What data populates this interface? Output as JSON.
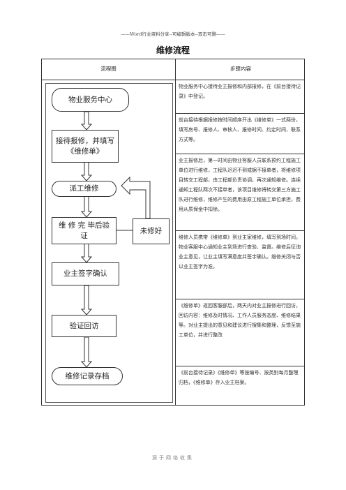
{
  "header": "——Word行业资料分享--可编辑版本--双击可删——",
  "title": "维修流程",
  "table": {
    "col_flow": "流程图",
    "col_steps": "步骤内容"
  },
  "flow": {
    "n1": "物业服务中心",
    "n2": "接待报修，并填写《维修单》",
    "n3": "派工维修",
    "n4": "维 修 完 毕后验证",
    "n5": "未修好",
    "n6": "业主签字确认",
    "n7": "验证回访",
    "n8": "维修记录存档"
  },
  "steps": [
    "物业服务中心接待业主报修和内部报修，在《前台接待记录》中登记。",
    "前台接待根据报修按时间顺序开出《维修单》一式两份，填写房号、报修人、审核人、报修时间、约定时间、联系方式等。",
    "业主报修后，第一时间由物业客服人员联系预约工程施工单位进行维修，工程队迟迟不到或据不接单者，将维修项目转交工程部，由工程部负责协调，再次通知维修。连续通知工程队两次不接单者，该项目维修将转交第三方施工队进行维修，维修产生的费用由原工程施工单位承担，费用从质保金中扣除。",
    "维修人员携带《维修单》到业主家维修，填写到场时间。物业客服中心通知业主到场进行查验、监督。维修后征询业主意见，让业主填写满意度并签字确认。维修关闭与否以业主签字为准。",
    "《维修单》返回客服部后，两天内对业主报修进行回访，回访内容：维修及时情况、工作人员服务态度、维修结果等。对业主提出的意见和建议进行搜集和整理，反馈至施工单位，并进行整改",
    "《前台接待记录》《维修单》等按编号、按类别每月整理归档，《维修单》存入业主档案。"
  ],
  "footer": "源于网络收集"
}
